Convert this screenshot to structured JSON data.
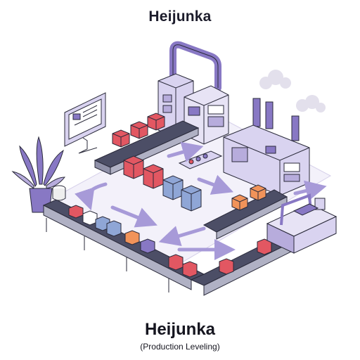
{
  "header": {
    "title": "Heijunka"
  },
  "footer": {
    "title": "Heijunka",
    "subtitle": "(Production Leveling)"
  },
  "colors": {
    "lavender": "#b7acdc",
    "lavender_light": "#d9d3f0",
    "lavender_dark": "#8878c4",
    "belt": "#4c4e66",
    "red": "#e25762",
    "orange": "#f1935a",
    "blue": "#8fa6d6",
    "outline": "#2a2a3a",
    "arrow": "#a79ad8"
  },
  "icons": [
    "computer-monitor-icon",
    "potted-plant-icon",
    "factory-icon",
    "smoke-cloud-icon",
    "control-panel-icon",
    "robot-arm-icon"
  ]
}
